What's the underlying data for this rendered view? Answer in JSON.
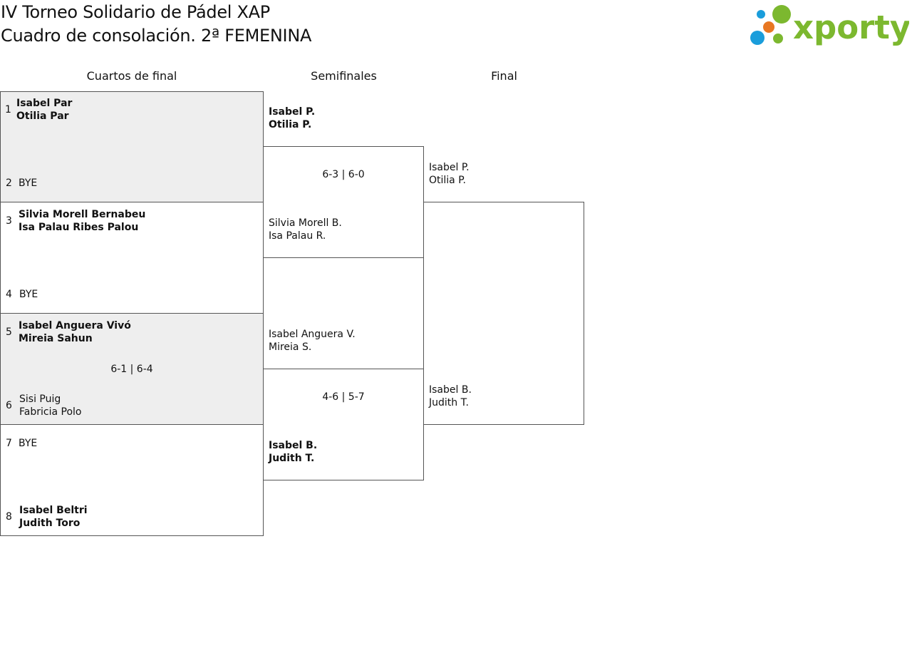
{
  "header": {
    "title_line1": "IV Torneo Solidario de Pádel XAP",
    "title_line2": "Cuadro de consolación. 2ª FEMENINA"
  },
  "logo": {
    "text": "xporty",
    "icon": "xporty-dots-logo",
    "colors": {
      "green": "#7cb82f",
      "blue": "#1a9ddb",
      "orange": "#e87722"
    }
  },
  "rounds": {
    "quarterfinals": "Cuartos de final",
    "semifinals": "Semifinales",
    "final": "Final"
  },
  "quarterfinals": [
    {
      "seed": "1",
      "p1": "Isabel Par",
      "p2": "Otilia Par",
      "winner": true
    },
    {
      "seed": "2",
      "p1": "BYE"
    },
    {
      "seed": "3",
      "p1": "Silvia Morell Bernabeu",
      "p2": "Isa Palau Ribes Palou",
      "winner": true
    },
    {
      "seed": "4",
      "p1": "BYE"
    },
    {
      "seed": "5",
      "p1": "Isabel Anguera Vivó",
      "p2": "Mireia Sahun",
      "winner": true
    },
    {
      "seed": "6",
      "p1": "Sisi Puig",
      "p2": "Fabricia Polo"
    },
    {
      "seed": "7",
      "p1": "BYE"
    },
    {
      "seed": "8",
      "p1": "Isabel Beltri",
      "p2": "Judith Toro",
      "winner": true
    }
  ],
  "qf_scores": {
    "match3": "6-1 | 6-4"
  },
  "semifinals": [
    {
      "p1": "Isabel P.",
      "p2": "Otilia P.",
      "winner": true
    },
    {
      "p1": "Silvia Morell B.",
      "p2": "Isa Palau R."
    },
    {
      "p1": "Isabel Anguera V.",
      "p2": "Mireia S."
    },
    {
      "p1": "Isabel B.",
      "p2": "Judith T.",
      "winner": true
    }
  ],
  "sf_scores": {
    "match1": "6-3 | 6-0",
    "match2": "4-6 | 5-7"
  },
  "final": [
    {
      "p1": "Isabel P.",
      "p2": "Otilia P."
    },
    {
      "p1": "Isabel B.",
      "p2": "Judith T."
    }
  ]
}
